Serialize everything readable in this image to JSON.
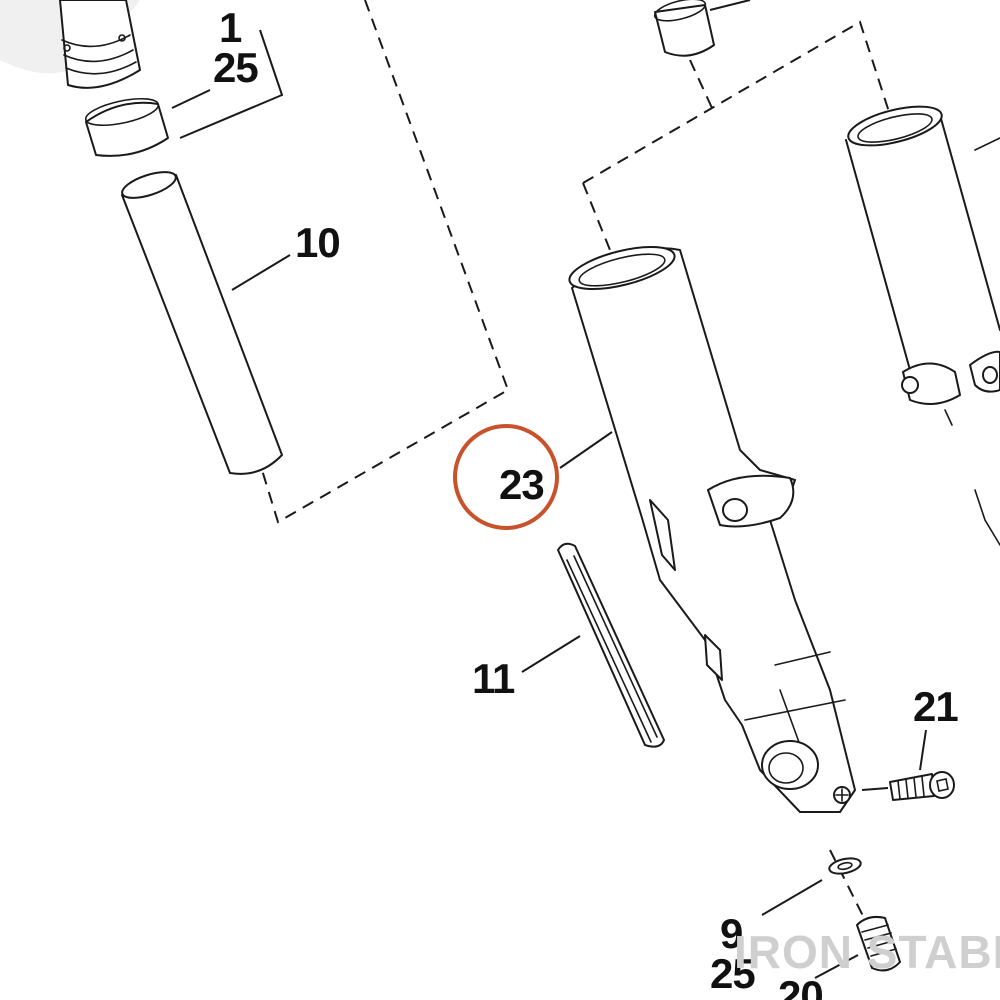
{
  "callouts": {
    "p1": "1",
    "p25_top": "25",
    "p10": "10",
    "p23": "23",
    "p11": "11",
    "p21": "21",
    "p9": "9",
    "p25_bottom": "25",
    "p20": "20"
  },
  "highlight": {
    "target": "23",
    "color": "#c8522a"
  },
  "watermark": "IRON STABLE"
}
